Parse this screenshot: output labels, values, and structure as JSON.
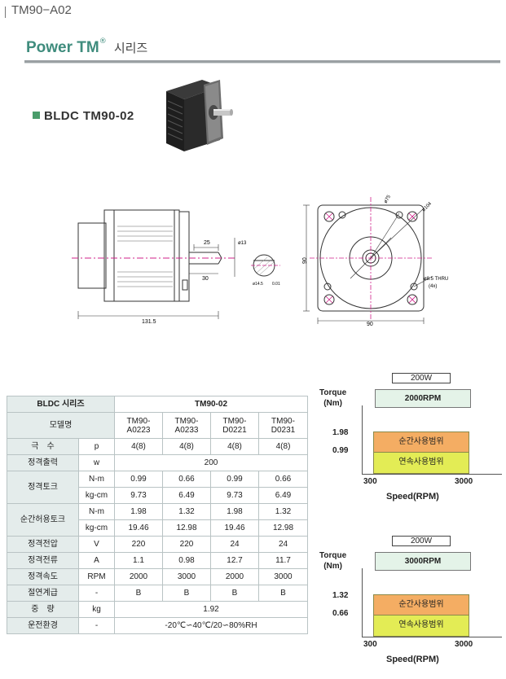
{
  "page": {
    "code": "TM90−A02"
  },
  "series": {
    "brand": "Power TM",
    "reg_mark": "®",
    "suffix": "시리즈"
  },
  "model_heading": "BLDC TM90-02",
  "drawing": {
    "side": {
      "dim_25": "25",
      "dim_30": "30",
      "dim_total": "131.5",
      "dim_shaft": "ø13",
      "dim_key1": "ø14.5",
      "dim_key2": "0.01"
    },
    "front": {
      "dim_pcd": "ø75",
      "dim_diag": "ø104",
      "dim_height": "90",
      "dim_width": "90",
      "hole_note": "ø8.5 THRU",
      "hole_qty": "(4x)"
    }
  },
  "spec_table": {
    "series_label": "BLDC 시리즈",
    "series_value": "TM90-02",
    "model_label": "모델명",
    "models": [
      "TM90-\nA0223",
      "TM90-\nA0233",
      "TM90-\nD0221",
      "TM90-\nD0231"
    ],
    "rows": [
      {
        "label": "극　수",
        "unit": "p",
        "values": [
          "4(8)",
          "4(8)",
          "4(8)",
          "4(8)"
        ]
      },
      {
        "label": "정격출력",
        "unit": "w",
        "span": "200"
      },
      {
        "label": "정격토크",
        "unit": "N-m",
        "values": [
          "0.99",
          "0.66",
          "0.99",
          "0.66"
        ]
      },
      {
        "label": "",
        "unit": "kg-cm",
        "values": [
          "9.73",
          "6.49",
          "9.73",
          "6.49"
        ]
      },
      {
        "label": "순간허용토크",
        "unit": "N-m",
        "values": [
          "1.98",
          "1.32",
          "1.98",
          "1.32"
        ]
      },
      {
        "label": "",
        "unit": "kg-cm",
        "values": [
          "19.46",
          "12.98",
          "19.46",
          "12.98"
        ]
      },
      {
        "label": "정격전압",
        "unit": "V",
        "values": [
          "220",
          "220",
          "24",
          "24"
        ]
      },
      {
        "label": "정격전류",
        "unit": "A",
        "values": [
          "1.1",
          "0.98",
          "12.7",
          "11.7"
        ]
      },
      {
        "label": "정격속도",
        "unit": "RPM",
        "values": [
          "2000",
          "3000",
          "2000",
          "3000"
        ]
      },
      {
        "label": "절연계급",
        "unit": "-",
        "values": [
          "B",
          "B",
          "B",
          "B"
        ]
      },
      {
        "label": "중　량",
        "unit": "kg",
        "span": "1.92"
      },
      {
        "label": "운전환경",
        "unit": "-",
        "span": "-20℃∽40℃/20∽80%RH"
      }
    ]
  },
  "torque_charts": [
    {
      "power": "200W",
      "rpm": "2000RPM",
      "ylabel": "Torque\n(Nm)",
      "y_peak": "1.98",
      "y_cont": "0.99",
      "band_peak": "순간사용범위",
      "band_cont": "연속사용범위",
      "x_min": "300",
      "x_max": "3000",
      "xlabel": "Speed(RPM)"
    },
    {
      "power": "200W",
      "rpm": "3000RPM",
      "ylabel": "Torque\n(Nm)",
      "y_peak": "1.32",
      "y_cont": "0.66",
      "band_peak": "순간사용범위",
      "band_cont": "연속사용범위",
      "x_min": "300",
      "x_max": "3000",
      "xlabel": "Speed(RPM)"
    }
  ],
  "colors": {
    "brand": "#3f8c7d",
    "peak_band": "#f4ad63",
    "cont_band": "#e3ec55",
    "rpm_box": "#e4f3e8",
    "table_header": "#e4eceb"
  }
}
